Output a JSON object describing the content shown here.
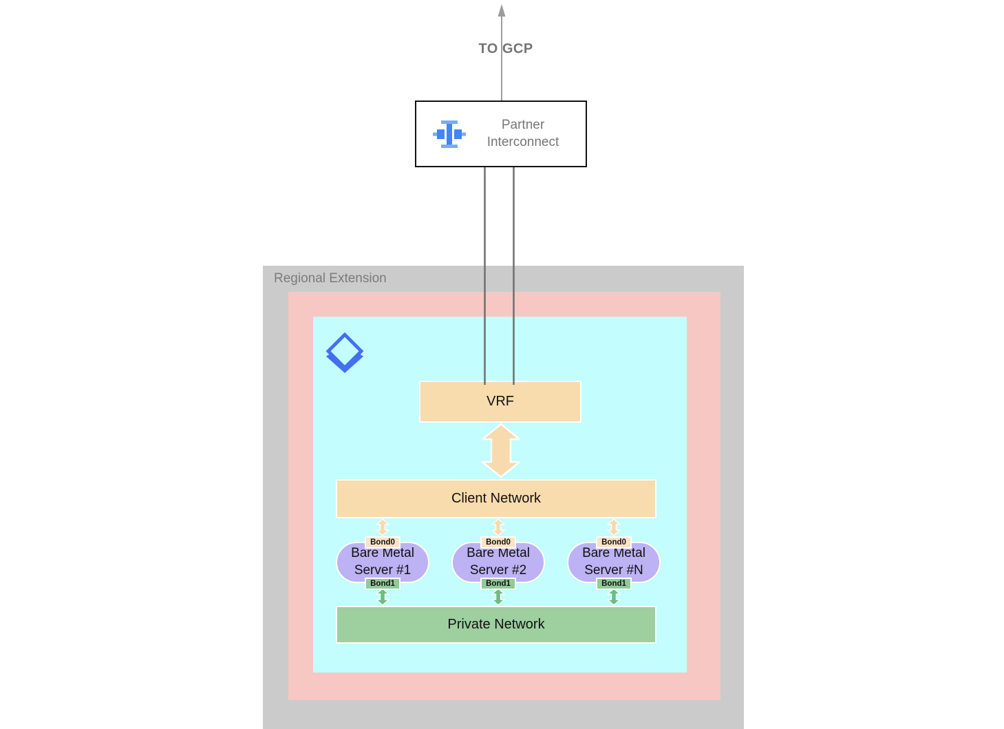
{
  "diagram": {
    "to_gcp_label": "TO GCP",
    "partner_interconnect_label": "Partner Interconnect",
    "regional_extension_label": "Regional Extension",
    "vrf_label": "VRF",
    "client_network_label": "Client Network",
    "private_network_label": "Private Network",
    "bond0_label": "Bond0",
    "bond1_label": "Bond1",
    "servers": [
      {
        "line1": "Bare Metal",
        "line2": "Server #1"
      },
      {
        "line1": "Bare Metal",
        "line2": "Server #2"
      },
      {
        "line1": "Bare Metal",
        "line2": "Server #N"
      }
    ],
    "icons": {
      "partner_interconnect": "interconnect-icon",
      "bare_metal_zone": "layers-diamond-icon",
      "to_gcp": "arrow-up-icon",
      "vrf_client_link": "double-arrow-vertical-icon",
      "bond_links": "double-arrow-small-icon"
    },
    "colors": {
      "icon_blue": "#4285F4",
      "icon_blue_light": "#7BAAF7",
      "layers_icon_blue": "#4470EF",
      "tan_box": "#F8DCAE",
      "tan_arrow": "#F7DBAF",
      "bond0_bg": "#FAE4C3",
      "bond1_bg": "#90CB97",
      "server_purple": "#BCB2F4",
      "network_green": "#9DCF9F",
      "arrow_green": "#6CBD83",
      "region_gray": "#CBCBCB",
      "zone_pink": "#F7C8C3",
      "zone_cyan": "#C3FDFD",
      "connector_gray": "#6E6E6E",
      "top_arrow_gray": "#9C9C9C",
      "muted_text_gray": "#757575"
    }
  }
}
